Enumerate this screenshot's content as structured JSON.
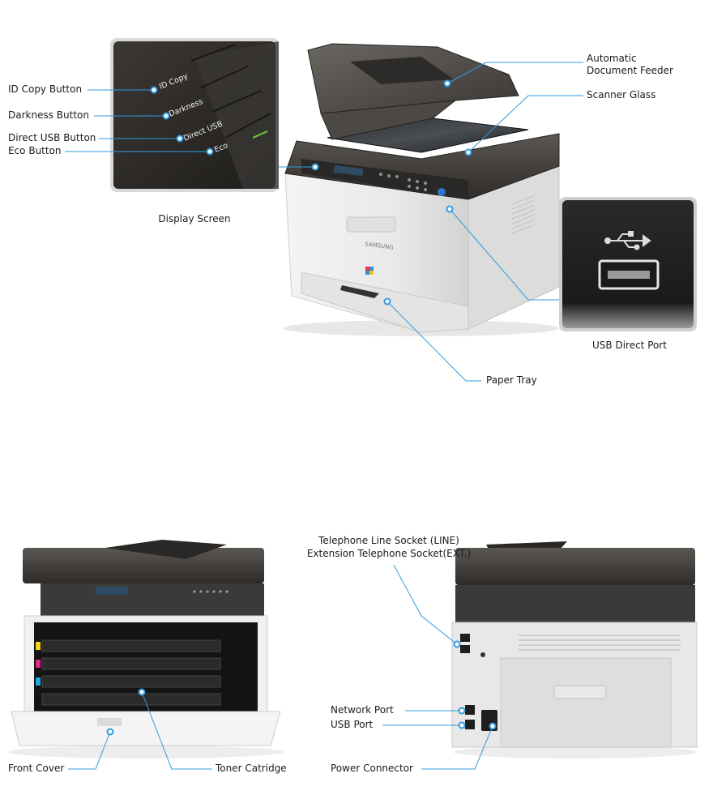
{
  "colors": {
    "callout_line": "#2f9be0",
    "callout_dot": "#2f9be0",
    "label_text": "#1b1b1b",
    "printer_body": "#eeeeee",
    "printer_dark": "#3b3835",
    "panel_dark": "#2a2826"
  },
  "device": {
    "brand": "SAMSUNG"
  },
  "panel": {
    "buttons": [
      "ID Copy",
      "Darkness",
      "Direct USB",
      "Eco"
    ],
    "caption": "Display Screen"
  },
  "usb_inset": {
    "caption": "USB Direct Port",
    "icon": "usb-icon"
  },
  "callouts": {
    "id_copy": "ID Copy Button",
    "darkness": "Darkness Button",
    "direct_usb": "Direct USB Button",
    "eco": "Eco Button",
    "adf_line1": "Automatic",
    "adf_line2": "Document Feeder",
    "scanner_glass": "Scanner Glass",
    "paper_tray": "Paper Tray",
    "front_cover": "Front Cover",
    "toner": "Toner Catridge",
    "tel_line": "Telephone Line Socket (LINE)",
    "tel_ext": "Extension Telephone Socket(EXT.)",
    "network_port": "Network Port",
    "usb_port": "USB Port",
    "power": "Power Connector"
  }
}
